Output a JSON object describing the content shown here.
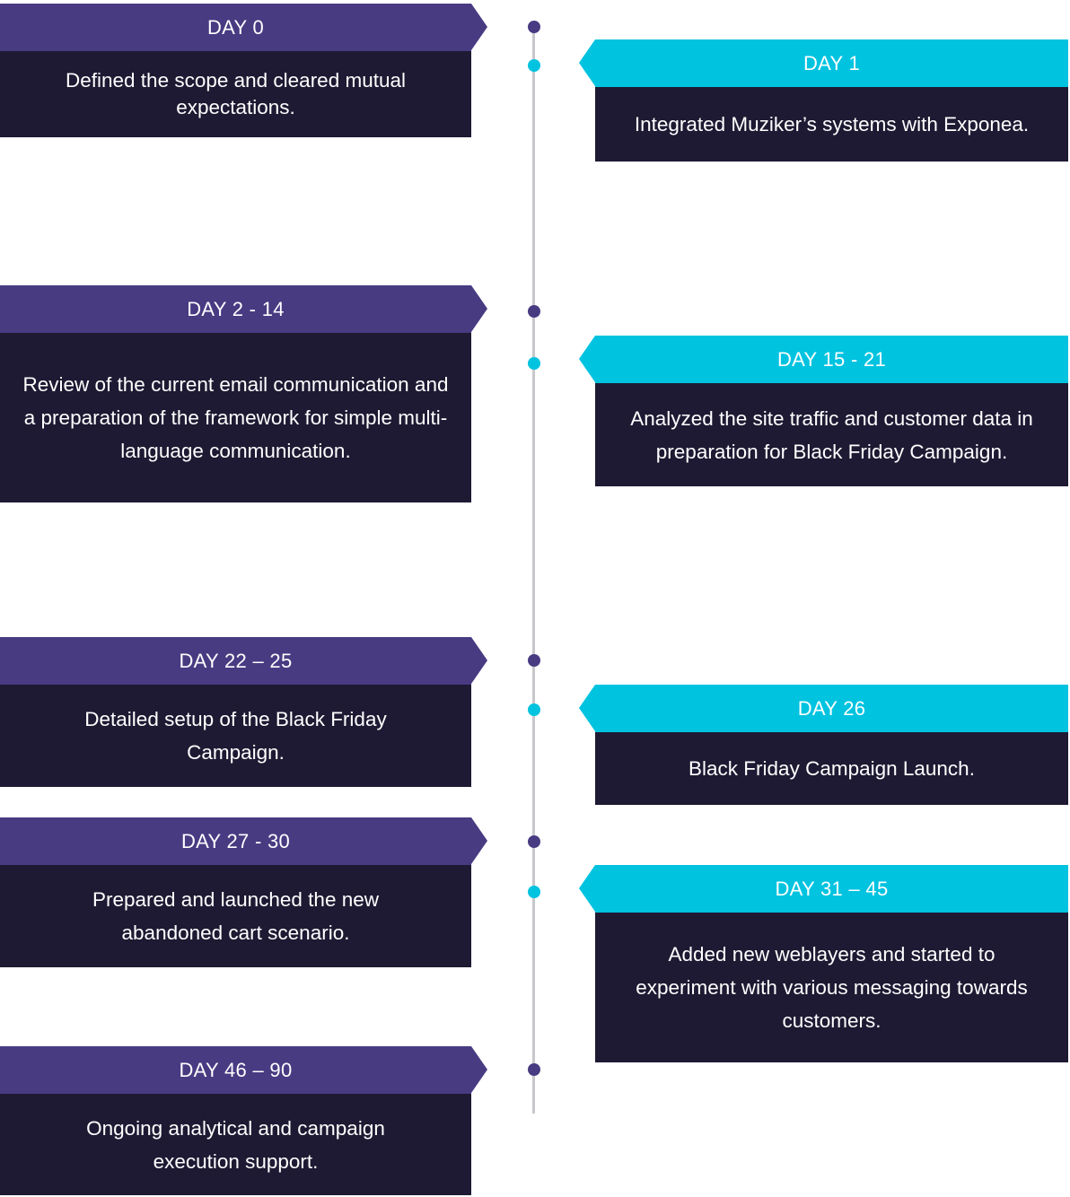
{
  "colors": {
    "left_header": "#483b82",
    "right_header": "#00c3e0",
    "card_body": "#1e1a33",
    "timeline": "#c8c8cc"
  },
  "milestones": [
    {
      "side": "left",
      "day": "DAY 0",
      "text": "Defined the scope and cleared mutual expectations."
    },
    {
      "side": "right",
      "day": "DAY 1",
      "text": "Integrated Muziker’s systems with Exponea."
    },
    {
      "side": "left",
      "day": "DAY 2 - 14",
      "text": "Review of the current email communication and a preparation of the framework for simple multi-language communication."
    },
    {
      "side": "right",
      "day": "DAY 15 - 21",
      "text": "Analyzed the site traffic and customer data in preparation for Black Friday Campaign."
    },
    {
      "side": "left",
      "day": "DAY 22 – 25",
      "text": "Detailed setup of the Black Friday Campaign."
    },
    {
      "side": "right",
      "day": "DAY 26",
      "text": "Black Friday Campaign Launch."
    },
    {
      "side": "left",
      "day": "DAY 27 - 30",
      "text": "Prepared and launched the new abandoned cart scenario."
    },
    {
      "side": "right",
      "day": "DAY 31 – 45",
      "text": "Added new weblayers and started to experiment with various messaging towards customers."
    },
    {
      "side": "left",
      "day": "DAY 46  – 90",
      "text": "Ongoing analytical and campaign execution support."
    }
  ]
}
